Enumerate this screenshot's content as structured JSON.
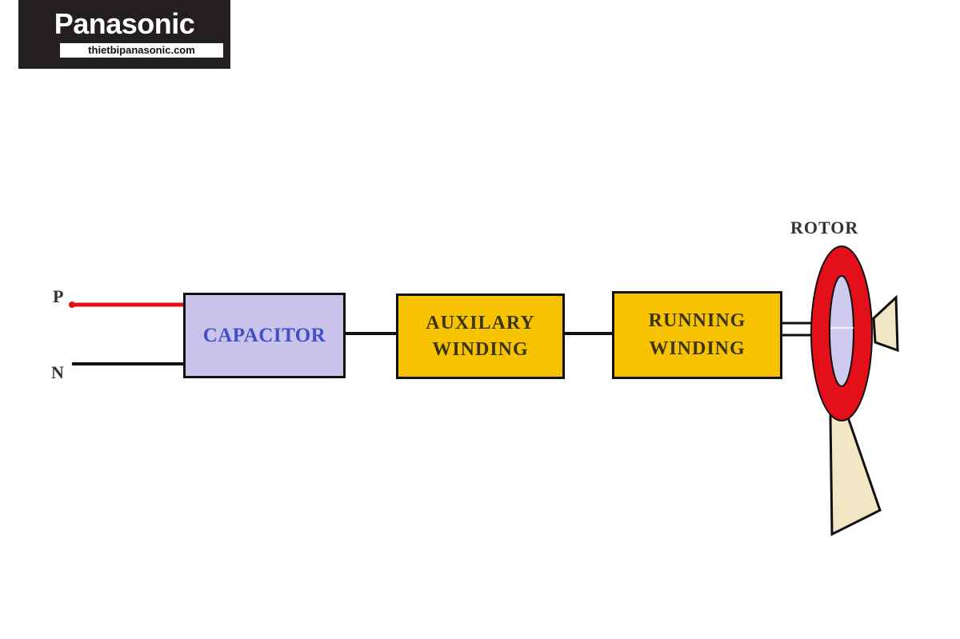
{
  "logo": {
    "brand": "Panasonic",
    "url": "thietbipanasonic.com"
  },
  "terminals": {
    "phase": "P",
    "neutral": "N"
  },
  "blocks": {
    "capacitor": "CAPACITOR",
    "auxiliary_line1": "AUXILARY",
    "auxiliary_line2": "WINDING",
    "running_line1": "RUNNING",
    "running_line2": "WINDING"
  },
  "rotor": {
    "label": "ROTOR"
  },
  "colors": {
    "phase_wire": "#e3101a",
    "neutral_wire": "#111111",
    "capacitor_fill": "#c9c3ec",
    "capacitor_text": "#3f4fc7",
    "winding_fill": "#f7c200",
    "rotor_ring": "#e3101a",
    "rotor_core": "#cfcaf0",
    "fan_blade": "#f3e6c4"
  }
}
